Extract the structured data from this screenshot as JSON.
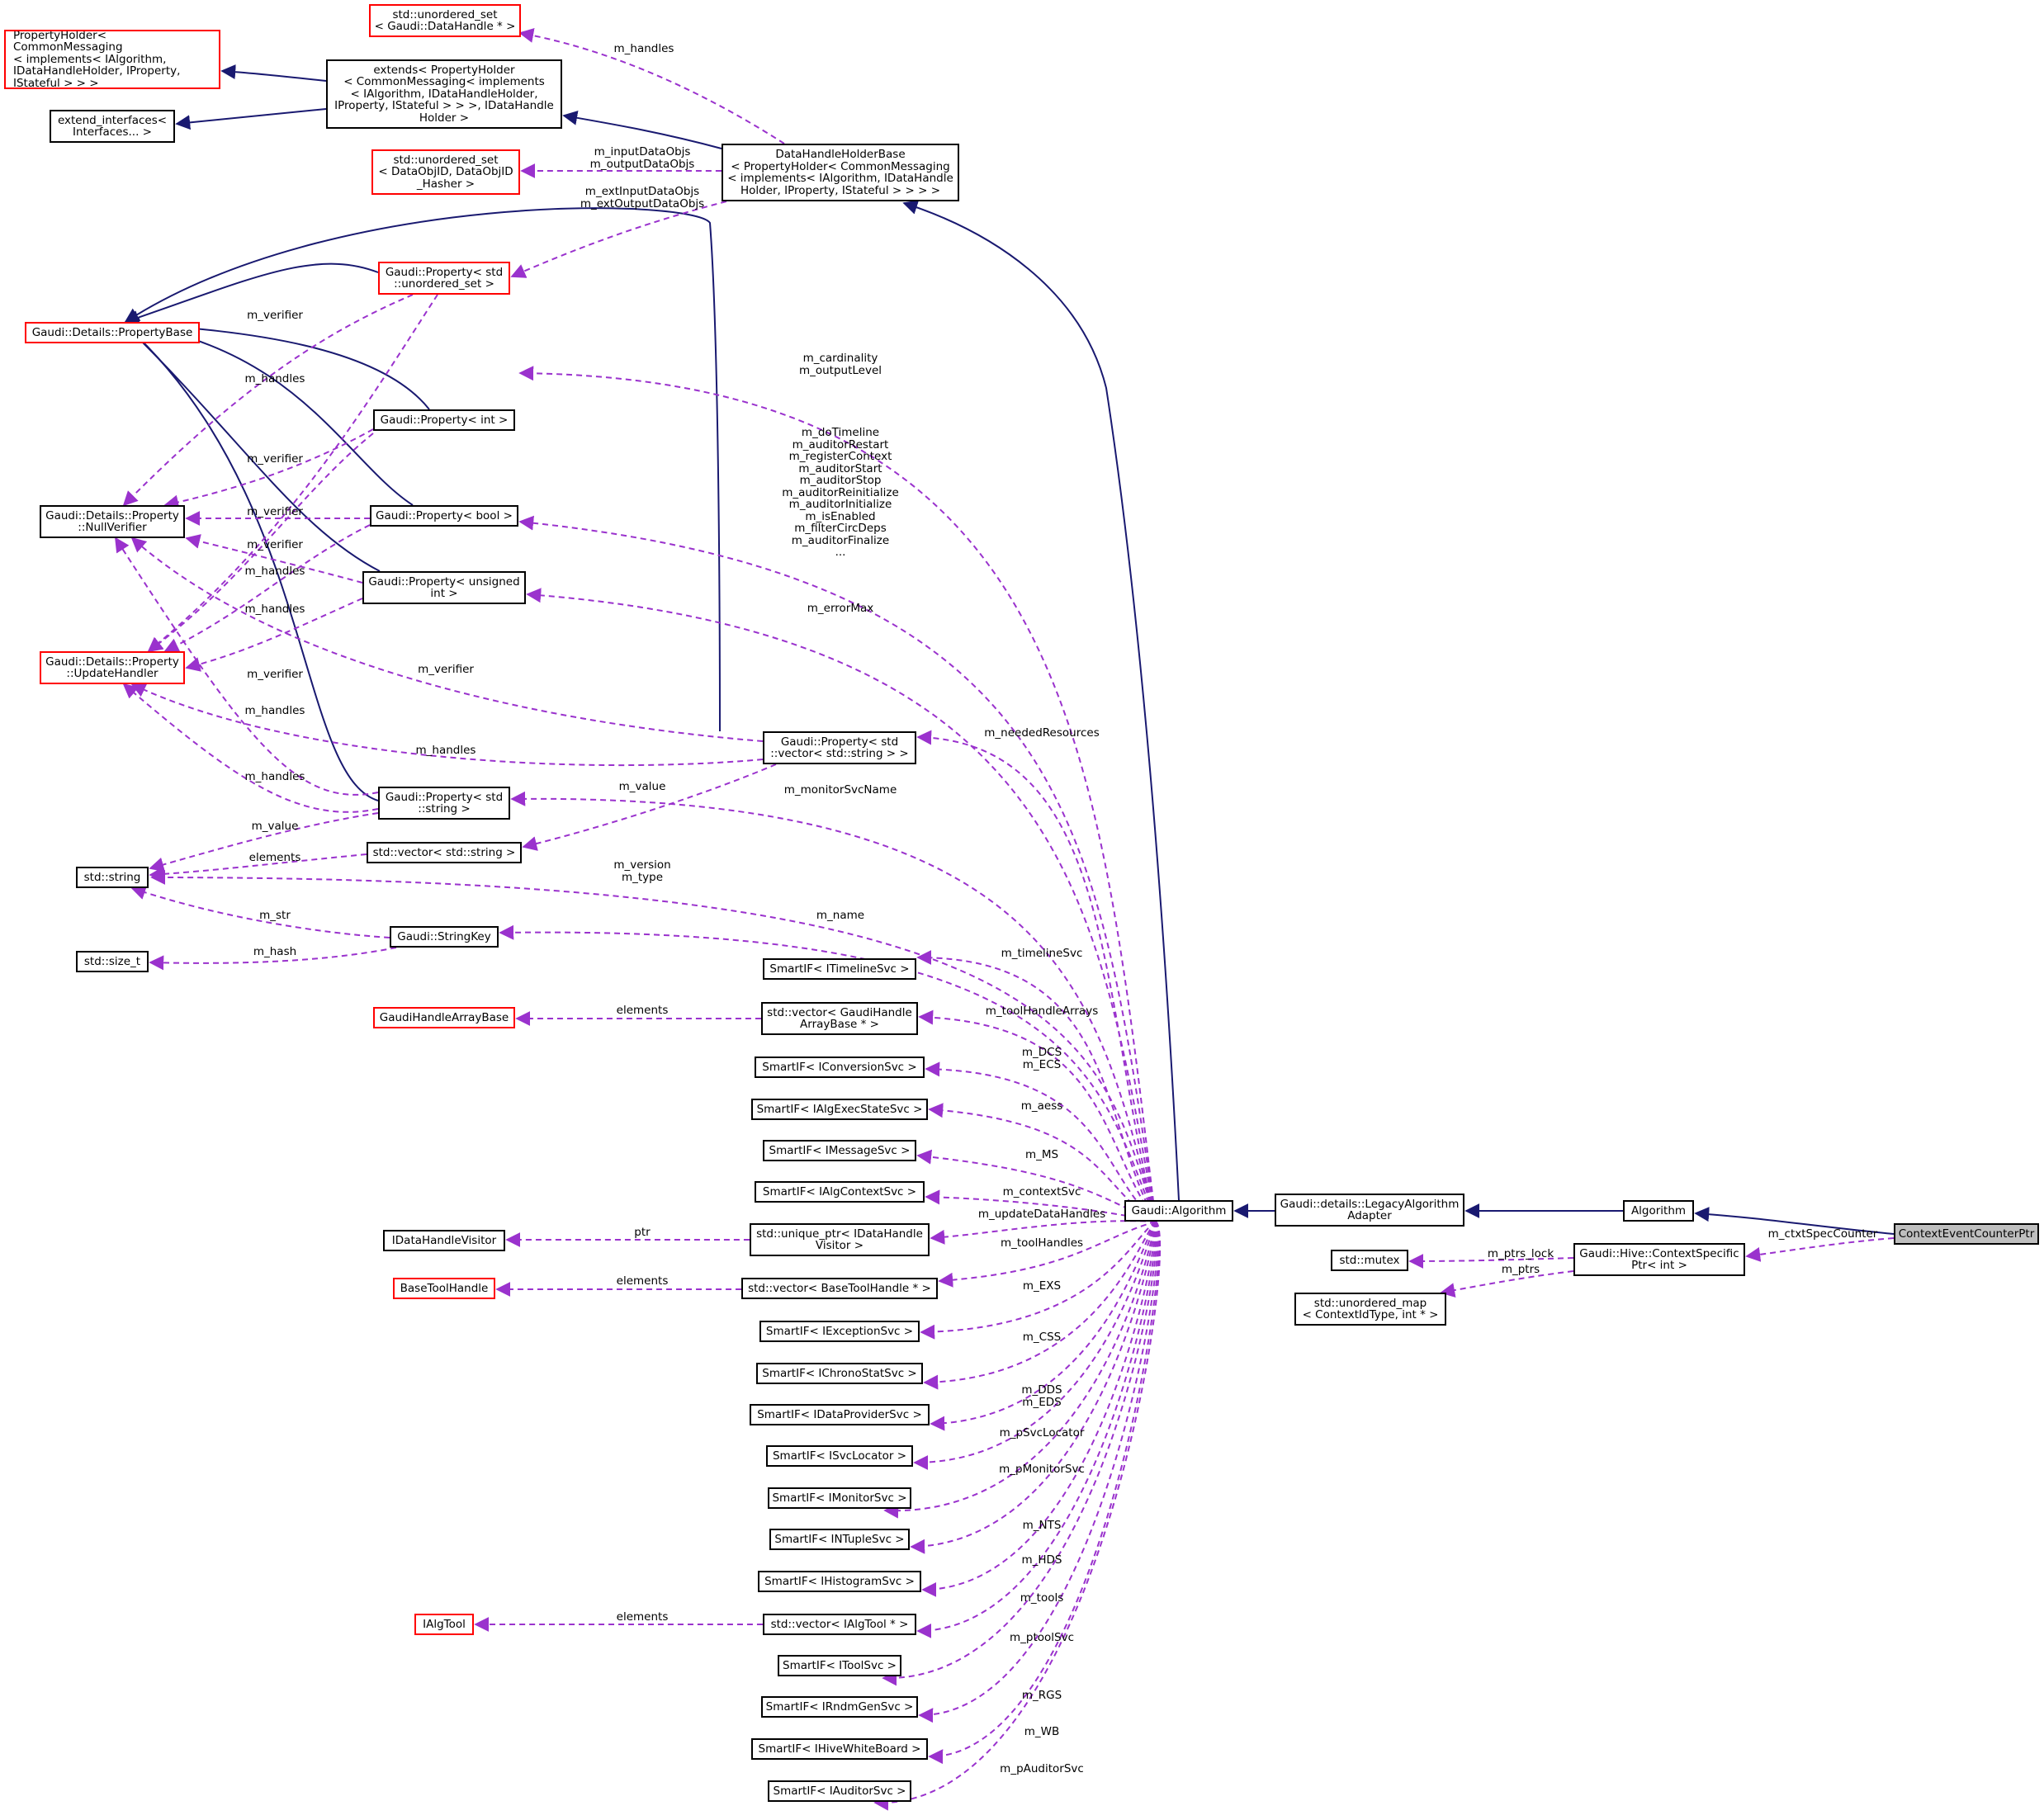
{
  "nodes": [
    {
      "id": "unordered_set_datahandle",
      "label": "std::unordered_set\n< Gaudi::DataHandle * >",
      "border": "red"
    },
    {
      "id": "propertyholder",
      "label": "PropertyHolder< CommonMessaging\n< implements< IAlgorithm,\nIDataHandleHolder, IProperty,\nIStateful > > >",
      "border": "red"
    },
    {
      "id": "extends_propertyholder",
      "label": "extends< PropertyHolder\n< CommonMessaging< implements\n< IAlgorithm, IDataHandleHolder,\n IProperty, IStateful > > >, IDataHandle\nHolder >",
      "border": "black"
    },
    {
      "id": "extend_interfaces",
      "label": "extend_interfaces<\n Interfaces... >",
      "border": "black"
    },
    {
      "id": "unordered_set_dataobjid",
      "label": "std::unordered_set\n< DataObjID, DataObjID\n_Hasher >",
      "border": "red"
    },
    {
      "id": "datahandleholderbase",
      "label": "DataHandleHolderBase\n< PropertyHolder< CommonMessaging\n< implements< IAlgorithm, IDataHandle\nHolder, IProperty, IStateful > > > >",
      "border": "black"
    },
    {
      "id": "property_unordered_set",
      "label": "Gaudi::Property< std\n::unordered_set >",
      "border": "red"
    },
    {
      "id": "propertybase",
      "label": "Gaudi::Details::PropertyBase",
      "border": "red"
    },
    {
      "id": "property_int",
      "label": "Gaudi::Property< int >",
      "border": "black"
    },
    {
      "id": "nullverifier",
      "label": "Gaudi::Details::Property\n::NullVerifier",
      "border": "black"
    },
    {
      "id": "property_bool",
      "label": "Gaudi::Property< bool >",
      "border": "black"
    },
    {
      "id": "property_unsigned",
      "label": "Gaudi::Property< unsigned\n int >",
      "border": "black"
    },
    {
      "id": "updatehandler",
      "label": "Gaudi::Details::Property\n::UpdateHandler",
      "border": "red"
    },
    {
      "id": "property_vector_string",
      "label": "Gaudi::Property< std\n::vector< std::string > >",
      "border": "black"
    },
    {
      "id": "property_string",
      "label": "Gaudi::Property< std\n::string >",
      "border": "black"
    },
    {
      "id": "vector_string",
      "label": "std::vector< std::string >",
      "border": "black"
    },
    {
      "id": "std_string",
      "label": "std::string",
      "border": "black"
    },
    {
      "id": "stringkey",
      "label": "Gaudi::StringKey",
      "border": "black"
    },
    {
      "id": "size_t",
      "label": "std::size_t",
      "border": "black"
    },
    {
      "id": "smartif_timeline",
      "label": "SmartIF< ITimelineSvc >",
      "border": "black"
    },
    {
      "id": "gaudihandlearraybase",
      "label": "GaudiHandleArrayBase",
      "border": "red"
    },
    {
      "id": "vector_gaudihandle",
      "label": "std::vector< GaudiHandle\nArrayBase * >",
      "border": "black"
    },
    {
      "id": "smartif_conversion",
      "label": "SmartIF< IConversionSvc >",
      "border": "black"
    },
    {
      "id": "smartif_algexecstate",
      "label": "SmartIF< IAlgExecStateSvc >",
      "border": "black"
    },
    {
      "id": "smartif_message",
      "label": "SmartIF< IMessageSvc >",
      "border": "black"
    },
    {
      "id": "smartif_algcontext",
      "label": "SmartIF< IAlgContextSvc >",
      "border": "black"
    },
    {
      "id": "idatahandlevisitor",
      "label": "IDataHandleVisitor",
      "border": "black"
    },
    {
      "id": "unique_ptr_visitor",
      "label": "std::unique_ptr< IDataHandle\nVisitor >",
      "border": "black"
    },
    {
      "id": "basetoolhandle",
      "label": "BaseToolHandle",
      "border": "red"
    },
    {
      "id": "vector_basetoolhandle",
      "label": "std::vector< BaseToolHandle * >",
      "border": "black"
    },
    {
      "id": "smartif_exception",
      "label": "SmartIF< IExceptionSvc >",
      "border": "black"
    },
    {
      "id": "smartif_chronostat",
      "label": "SmartIF< IChronoStatSvc >",
      "border": "black"
    },
    {
      "id": "smartif_dataprovider",
      "label": "SmartIF< IDataProviderSvc >",
      "border": "black"
    },
    {
      "id": "smartif_svclocator",
      "label": "SmartIF< ISvcLocator >",
      "border": "black"
    },
    {
      "id": "smartif_monitor",
      "label": "SmartIF< IMonitorSvc >",
      "border": "black"
    },
    {
      "id": "smartif_ntuple",
      "label": "SmartIF< INTupleSvc >",
      "border": "black"
    },
    {
      "id": "smartif_histogram",
      "label": "SmartIF< IHistogramSvc >",
      "border": "black"
    },
    {
      "id": "ialgtool",
      "label": "IAlgTool",
      "border": "red"
    },
    {
      "id": "vector_ialgtool",
      "label": "std::vector< IAlgTool * >",
      "border": "black"
    },
    {
      "id": "smartif_toolsvc",
      "label": "SmartIF< IToolSvc >",
      "border": "black"
    },
    {
      "id": "smartif_rndmgen",
      "label": "SmartIF< IRndmGenSvc >",
      "border": "black"
    },
    {
      "id": "smartif_hivewhiteboard",
      "label": "SmartIF< IHiveWhiteBoard >",
      "border": "black"
    },
    {
      "id": "smartif_auditor",
      "label": "SmartIF< IAuditorSvc >",
      "border": "black"
    },
    {
      "id": "gaudi_algorithm",
      "label": "Gaudi::Algorithm",
      "border": "black"
    },
    {
      "id": "legacyalgorithmadapter",
      "label": "Gaudi::details::LegacyAlgorithm\nAdapter",
      "border": "black"
    },
    {
      "id": "algorithm",
      "label": "Algorithm",
      "border": "black"
    },
    {
      "id": "contexteventcounterptr",
      "label": "ContextEventCounterPtr",
      "border": "black",
      "fill": "gray"
    },
    {
      "id": "std_mutex",
      "label": "std::mutex",
      "border": "black"
    },
    {
      "id": "contextspecificptr",
      "label": "Gaudi::Hive::ContextSpecific\nPtr< int >",
      "border": "black"
    },
    {
      "id": "unordered_map",
      "label": "std::unordered_map\n< ContextIdType, int * >",
      "border": "black"
    }
  ],
  "edge_labels": [
    {
      "id": "m_handles_top",
      "text": "m_handles"
    },
    {
      "id": "m_input_output",
      "text": "m_inputDataObjs\nm_outputDataObjs"
    },
    {
      "id": "m_ext",
      "text": "m_extInputDataObjs\nm_extOutputDataObjs"
    },
    {
      "id": "m_verifier_1",
      "text": "m_verifier"
    },
    {
      "id": "m_handles_1",
      "text": "m_handles"
    },
    {
      "id": "m_cardinality",
      "text": "m_cardinality\nm_outputLevel"
    },
    {
      "id": "m_verifier_2",
      "text": "m_verifier"
    },
    {
      "id": "m_bool_members",
      "text": "m_doTimeline\nm_auditorRestart\nm_registerContext\nm_auditorStart\nm_auditorStop\nm_auditorReinitialize\nm_auditorInitialize\nm_isEnabled\nm_filterCircDeps\nm_auditorFinalize\n..."
    },
    {
      "id": "m_verifier_3",
      "text": "m_verifier"
    },
    {
      "id": "m_verifier_4",
      "text": "m_verifier"
    },
    {
      "id": "m_handles_2",
      "text": "m_handles"
    },
    {
      "id": "m_handles_3",
      "text": "m_handles"
    },
    {
      "id": "m_errormax",
      "text": "m_errorMax"
    },
    {
      "id": "m_verifier_5",
      "text": "m_verifier"
    },
    {
      "id": "m_verifier_6",
      "text": "m_verifier"
    },
    {
      "id": "m_handles_4",
      "text": "m_handles"
    },
    {
      "id": "m_neededresources",
      "text": "m_neededResources"
    },
    {
      "id": "m_handles_5",
      "text": "m_handles"
    },
    {
      "id": "m_handles_6",
      "text": "m_handles"
    },
    {
      "id": "m_value_1",
      "text": "m_value"
    },
    {
      "id": "m_monitorsvcname",
      "text": "m_monitorSvcName"
    },
    {
      "id": "m_value_2",
      "text": "m_value"
    },
    {
      "id": "elements_1",
      "text": "elements"
    },
    {
      "id": "m_version_type",
      "text": "m_version\nm_type"
    },
    {
      "id": "m_str",
      "text": "m_str"
    },
    {
      "id": "m_name",
      "text": "m_name"
    },
    {
      "id": "m_hash",
      "text": "m_hash"
    },
    {
      "id": "m_timelinesvc",
      "text": "m_timelineSvc"
    },
    {
      "id": "elements_2",
      "text": "elements"
    },
    {
      "id": "m_toolhandlearrays",
      "text": "m_toolHandleArrays"
    },
    {
      "id": "m_dcs_ecs",
      "text": "m_DCS\nm_ECS"
    },
    {
      "id": "m_aess",
      "text": "m_aess"
    },
    {
      "id": "m_ms",
      "text": "m_MS"
    },
    {
      "id": "m_contextsvc",
      "text": "m_contextSvc"
    },
    {
      "id": "ptr",
      "text": "ptr"
    },
    {
      "id": "m_updatedatahandles",
      "text": "m_updateDataHandles"
    },
    {
      "id": "m_toolhandles",
      "text": "m_toolHandles"
    },
    {
      "id": "elements_3",
      "text": "elements"
    },
    {
      "id": "m_exs",
      "text": "m_EXS"
    },
    {
      "id": "m_css",
      "text": "m_CSS"
    },
    {
      "id": "m_dds_eds",
      "text": "m_DDS\nm_EDS"
    },
    {
      "id": "m_psvclocator",
      "text": "m_pSvcLocator"
    },
    {
      "id": "m_pmonitorsvc",
      "text": "m_pMonitorSvc"
    },
    {
      "id": "m_nts",
      "text": "m_NTS"
    },
    {
      "id": "m_hds",
      "text": "m_HDS"
    },
    {
      "id": "m_tools",
      "text": "m_tools"
    },
    {
      "id": "elements_4",
      "text": "elements"
    },
    {
      "id": "m_ptoolsvc",
      "text": "m_ptoolSvc"
    },
    {
      "id": "m_rgs",
      "text": "m_RGS"
    },
    {
      "id": "m_wb",
      "text": "m_WB"
    },
    {
      "id": "m_pauditorsvc",
      "text": "m_pAuditorSvc"
    },
    {
      "id": "m_ctxtspeccounter",
      "text": "m_ctxtSpecCounter"
    },
    {
      "id": "m_ptrs_lock",
      "text": "m_ptrs_lock"
    },
    {
      "id": "m_ptrs",
      "text": "m_ptrs"
    }
  ],
  "colors": {
    "inheritance_edge": "#191970",
    "usage_edge": "#9a32cd",
    "node_border": "#000000",
    "incomplete_node_border": "#ff0000",
    "selected_node_fill": "#bfbfbf"
  }
}
